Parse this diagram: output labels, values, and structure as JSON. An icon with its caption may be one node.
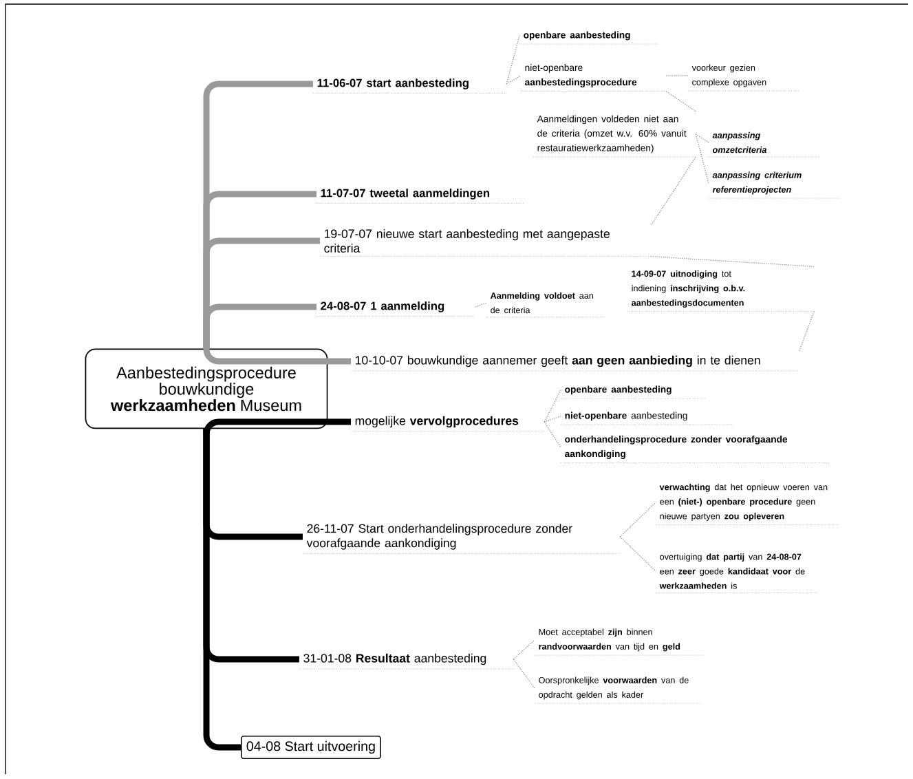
{
  "diagram": {
    "nodes": [
      {
        "text": [
          "Aanbestedingsprocedure bouwkundige **werkzaamheden** Museum"
        ]
      },
      {
        "text": [
          "11-06-07 start aanbesteding"
        ]
      },
      {
        "text": [
          "openbare aanbesteding"
        ]
      },
      {
        "text": [
          "niet-openbare **aanbestedingsprocedure**"
        ]
      },
      {
        "text": [
          "voorkeur gezien complexe opgaven"
        ]
      },
      {
        "text": [
          "Aanmeldingen voldeden niet aan de criteria (omzet w.v. 60% vanuit restauratiewerkzaamheden)"
        ]
      },
      {
        "text": [
          "aanpassing omzetcriteria"
        ]
      },
      {
        "text": [
          "aanpassing criterium referentieprojecten"
        ]
      },
      {
        "text": [
          "11-07-07 tweetal aanmeldingen"
        ]
      },
      {
        "text": [
          "19-07-07 nieuwe start aanbesteding met aangepaste criteria"
        ]
      },
      {
        "text": [
          "24-08-07 1 aanmelding"
        ]
      },
      {
        "text": [
          "**Aanmelding voldoet** aan de criteria"
        ]
      },
      {
        "text": [
          "**14-09-07 uitnodiging** tot indiening **inschrijving o.b.v. aanbestedingsdocumenten**"
        ]
      },
      {
        "text": [
          "10-10-07 bouwkundige aannemer geeft **aan geen aanbieding** in te dienen"
        ]
      },
      {
        "text": [
          "mogelijke **vervolgprocedures**"
        ]
      },
      {
        "text": [
          "openbare aanbesteding"
        ]
      },
      {
        "text": [
          "**niet-openbare** aanbesteding"
        ]
      },
      {
        "text": [
          "onderhandelingsprocedure zonder voorafgaande aankondiging"
        ]
      },
      {
        "text": [
          "26-11-07 Start onderhandelingsprocedure zonder voorafgaande aankondiging"
        ]
      },
      {
        "text": [
          "**verwachting** dat het opnieuw voeren van een **(niet-) openbare procedure** geen nieuwe partyen **zou opleveren**"
        ]
      },
      {
        "text": [
          "overtuiging **dat partij** van **24-08-07** een **zeer** goede **kandidaat voor** de **werkzaamheden** is"
        ]
      },
      {
        "text": [
          "31-01-08 **Resultaat** aanbesteding"
        ]
      },
      {
        "text": [
          "Moet acceptabel **zijn** binnen **randvoorwaarden** van tijd en **geld**"
        ]
      },
      {
        "text": [
          "Oorspronkelijke **voorwaarden** van de opdracht gelden als kader"
        ]
      },
      {
        "text": [
          "04-08 Start uitvoering"
        ]
      }
    ],
    "edges": [
      {
        "from": 0,
        "to": 1,
        "arrow": "none",
        "style": "thick",
        "color": "#9a9a9a"
      },
      {
        "from": 1,
        "to": 2,
        "arrow": "none",
        "style": "dashed",
        "color": "#888888"
      },
      {
        "from": 1,
        "to": 3,
        "arrow": "none",
        "style": "dashed",
        "color": "#888888"
      },
      {
        "from": 3,
        "to": 4,
        "arrow": "none",
        "style": "dashed",
        "color": "#888888"
      },
      {
        "from": 3,
        "to": 5,
        "arrow": "none",
        "style": "dashed",
        "color": "#888888"
      },
      {
        "from": 5,
        "to": 6,
        "arrow": "none",
        "style": "dashed",
        "color": "#888888"
      },
      {
        "from": 5,
        "to": 7,
        "arrow": "none",
        "style": "dashed",
        "color": "#888888"
      },
      {
        "from": 0,
        "to": 8,
        "arrow": "none",
        "style": "thick",
        "color": "#9a9a9a"
      },
      {
        "from": 5,
        "to": 9,
        "arrow": "none",
        "style": "dashed",
        "color": "#888888"
      },
      {
        "from": 0,
        "to": 9,
        "arrow": "none",
        "style": "thick",
        "color": "#9a9a9a"
      },
      {
        "from": 0,
        "to": 10,
        "arrow": "none",
        "style": "thick",
        "color": "#9a9a9a"
      },
      {
        "from": 10,
        "to": 11,
        "arrow": "none",
        "style": "dashed",
        "color": "#888888"
      },
      {
        "from": 9,
        "to": 12,
        "arrow": "none",
        "style": "dashed",
        "color": "#888888"
      },
      {
        "from": 12,
        "to": 13,
        "arrow": "none",
        "style": "dashed",
        "color": "#888888"
      },
      {
        "from": 0,
        "to": 13,
        "arrow": "none",
        "style": "thick",
        "color": "#9a9a9a"
      },
      {
        "from": 0,
        "to": 14,
        "arrow": "none",
        "style": "thick",
        "color": "#000000"
      },
      {
        "from": 14,
        "to": 15,
        "arrow": "none",
        "style": "dashed",
        "color": "#888888"
      },
      {
        "from": 14,
        "to": 16,
        "arrow": "none",
        "style": "dashed",
        "color": "#888888"
      },
      {
        "from": 14,
        "to": 17,
        "arrow": "none",
        "style": "dashed",
        "color": "#888888"
      },
      {
        "from": 0,
        "to": 18,
        "arrow": "none",
        "style": "thick",
        "color": "#000000"
      },
      {
        "from": 18,
        "to": 19,
        "arrow": "none",
        "style": "dashed",
        "color": "#888888"
      },
      {
        "from": 18,
        "to": 20,
        "arrow": "none",
        "style": "dashed",
        "color": "#888888"
      },
      {
        "from": 0,
        "to": 21,
        "arrow": "none",
        "style": "thick",
        "color": "#000000"
      },
      {
        "from": 21,
        "to": 22,
        "arrow": "none",
        "style": "dashed",
        "color": "#888888"
      },
      {
        "from": 21,
        "to": 23,
        "arrow": "none",
        "style": "dashed",
        "color": "#888888"
      },
      {
        "from": 0,
        "to": 24,
        "arrow": "none",
        "style": "thick",
        "color": "#000000"
      }
    ]
  }
}
